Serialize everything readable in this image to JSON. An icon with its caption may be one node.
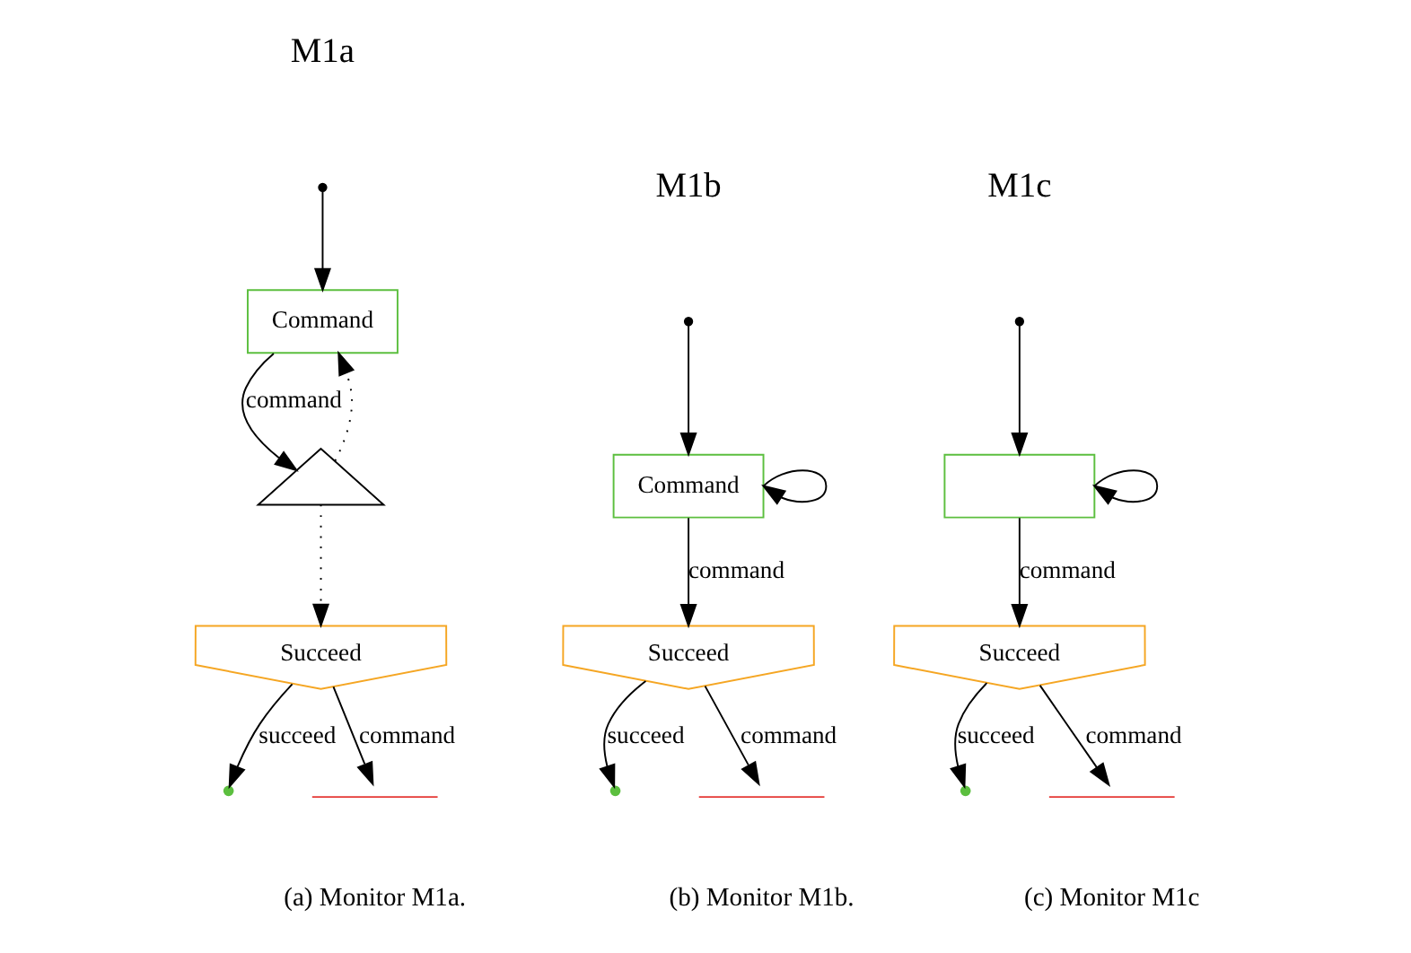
{
  "diagram": {
    "nodes": [
      {
        "text": [],
        "shape": "circle"
      },
      {
        "text": [
          "Command"
        ]
      },
      {
        "text": [],
        "shape": "triangle"
      },
      {
        "text": [
          "Succeed"
        ]
      },
      {
        "text": [],
        "shape": "circle"
      },
      {
        "text": [],
        "shape": "bar"
      },
      {
        "text": [],
        "shape": "circle"
      },
      {
        "text": [
          "Command"
        ]
      },
      {
        "text": [
          "Succeed"
        ]
      },
      {
        "text": [],
        "shape": "circle"
      },
      {
        "text": [],
        "shape": "bar"
      },
      {
        "text": [],
        "shape": "circle"
      },
      {
        "text": [],
        "shape": "box"
      },
      {
        "text": [
          "Succeed"
        ]
      },
      {
        "text": [],
        "shape": "circle"
      },
      {
        "text": [],
        "shape": "bar"
      }
    ],
    "edges": [
      {
        "from": 0,
        "to": 1,
        "arrow": "to"
      },
      {
        "from": 1,
        "to": 2,
        "arrow": "to",
        "label": "command"
      },
      {
        "from": 2,
        "to": 1,
        "arrow": "to",
        "style": "dashed"
      },
      {
        "from": 2,
        "to": 3,
        "arrow": "to",
        "style": "dashed"
      },
      {
        "from": 3,
        "to": 4,
        "arrow": "to",
        "label": "succeed"
      },
      {
        "from": 3,
        "to": 5,
        "arrow": "to",
        "label": "command"
      },
      {
        "from": 6,
        "to": 7,
        "arrow": "to"
      },
      {
        "from": 7,
        "to": 7,
        "arrow": "to"
      },
      {
        "from": 7,
        "to": 8,
        "arrow": "to",
        "label": "command"
      },
      {
        "from": 8,
        "to": 9,
        "arrow": "to",
        "label": "succeed"
      },
      {
        "from": 8,
        "to": 10,
        "arrow": "to",
        "label": "command"
      },
      {
        "from": 11,
        "to": 12,
        "arrow": "to"
      },
      {
        "from": 12,
        "to": 12,
        "arrow": "to"
      },
      {
        "from": 12,
        "to": 13,
        "arrow": "to",
        "label": "command"
      },
      {
        "from": 13,
        "to": 14,
        "arrow": "to",
        "label": "succeed"
      },
      {
        "from": 13,
        "to": 15,
        "arrow": "to",
        "label": "command"
      }
    ],
    "labels": [
      "M1a",
      "M1b",
      "M1c",
      "(a) Monitor M1a.",
      "(b) Monitor M1b.",
      "(c) Monitor M1c"
    ]
  }
}
